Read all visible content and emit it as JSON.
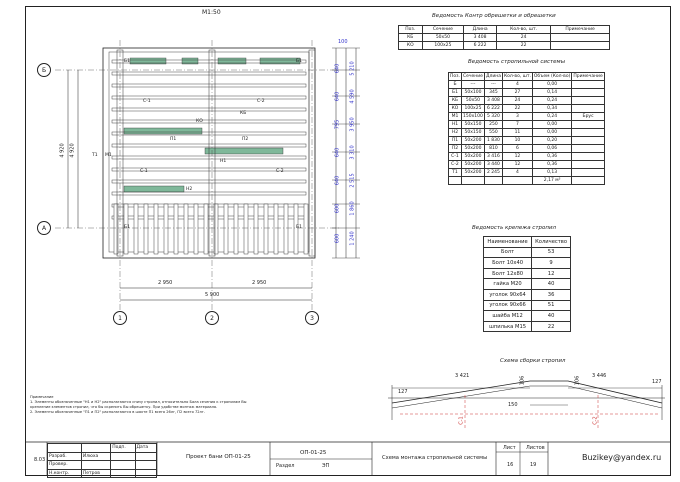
{
  "scale": "М1:50",
  "plan": {
    "axes_rows": [
      "Б",
      "А"
    ],
    "axes_cols": [
      "1",
      "2",
      "3"
    ],
    "dim_bottom": [
      "2 950",
      "2 950",
      "5 900"
    ],
    "dim_left": [
      "4 920",
      "4 920"
    ],
    "dim_right_chain": [
      "640",
      "640",
      "795",
      "640",
      "640",
      "600",
      "600"
    ],
    "dim_right_outer": [
      "5 210",
      "4 590",
      "3 950",
      "3 310",
      "2 515",
      "1 860",
      "1 240"
    ],
    "dim_top": "100",
    "labels": [
      "Б1",
      "Б1",
      "С-1",
      "С-2",
      "КБ",
      "КО",
      "П1",
      "П2",
      "М1",
      "Н1",
      "Н2",
      "Т1",
      "С-1",
      "С-2",
      "Б1",
      "Б1"
    ]
  },
  "table1": {
    "title": "Ведомость Контр обрешетки и обрешетки",
    "headers": [
      "Поз.",
      "Сечение",
      "Длина",
      "Кол-во, шт.",
      "Примечание"
    ],
    "rows": [
      [
        "КБ",
        "50х50",
        "3 408",
        "24",
        ""
      ],
      [
        "КО",
        "100х25",
        "6 222",
        "22",
        ""
      ]
    ]
  },
  "table2": {
    "title": "Ведомость стропильной системы",
    "headers": [
      "Поз.",
      "Сечение",
      "Длина",
      "Кол-во, шт.",
      "Объем (Кол-во)",
      "Примечание"
    ],
    "rows": [
      [
        "Б",
        "---",
        "---",
        "4",
        "0,00",
        ""
      ],
      [
        "Б1",
        "50х100",
        "345",
        "27",
        "0,14",
        ""
      ],
      [
        "КБ",
        "50х50",
        "3 408",
        "24",
        "0,24",
        ""
      ],
      [
        "КО",
        "100х25",
        "6 222",
        "22",
        "0,34",
        ""
      ],
      [
        "М1",
        "150х100",
        "5 320",
        "3",
        "0,24",
        "Брус"
      ],
      [
        "Н1",
        "50х150",
        "250",
        "7",
        "0,00",
        ""
      ],
      [
        "Н2",
        "50х150",
        "550",
        "11",
        "0,00",
        ""
      ],
      [
        "П1",
        "50х200",
        "1 830",
        "10",
        "0,20",
        ""
      ],
      [
        "П2",
        "50х200",
        "810",
        "6",
        "0,06",
        ""
      ],
      [
        "С-1",
        "50х200",
        "3 416",
        "12",
        "0,36",
        ""
      ],
      [
        "С-2",
        "50х200",
        "3 440",
        "12",
        "0,36",
        ""
      ],
      [
        "Т1",
        "50х200",
        "2 245",
        "4",
        "0,13",
        ""
      ]
    ],
    "total": "2,17 м³"
  },
  "table3": {
    "title": "Ведомость крепежа стропил",
    "headers": [
      "Наименование",
      "Количество"
    ],
    "rows": [
      [
        "Болт",
        "53"
      ],
      [
        "Болт 10х40",
        "9"
      ],
      [
        "Болт 12х80",
        "12"
      ],
      [
        "гайка М20",
        "40"
      ],
      [
        "уголок 90х64",
        "36"
      ],
      [
        "уголок 90х66",
        "51"
      ],
      [
        "шайба М12",
        "40"
      ],
      [
        "шпилька М15",
        "22"
      ]
    ]
  },
  "scheme": {
    "title": "Схема сборки стропил",
    "dims": [
      "3 421",
      "3 446",
      "127",
      "127",
      "106",
      "106",
      "150"
    ],
    "labels": [
      "С-1",
      "С-2"
    ]
  },
  "notes": {
    "title": "Примечание",
    "lines": [
      "1. Элементы обозначенные \"Н1 и Н2\" располагаются снизу стропил, относительно Бала сечения к стропилам Вы",
      "крепление элементов стропил, что бы скрепить Вы обрешетку. При удобстве монтаж материала.",
      "2. Элементы обозначенные \"П1 и П2\" располагаются в шахте П1 всего 26лг, П2 всего 72лг."
    ]
  },
  "titleblock": {
    "sheet_label": "8.03",
    "rows": [
      "Разраб.",
      "Провер.",
      "Н.контр."
    ],
    "names": [
      "Илюха",
      "",
      "Петров"
    ],
    "cols": [
      "Подп.",
      "Дата"
    ],
    "project": "Проект бани ОП-01-25",
    "code": "ОП-01-25",
    "section_label": "Раздел",
    "section_value": "ЭП",
    "sheet_title": "Схема монтажа стропильной системы",
    "sheet_col": "Лист",
    "sheets_col": "Листов",
    "sheet_no": "16",
    "sheets_total": "19",
    "contact": "Buzikey@yandex.ru"
  }
}
